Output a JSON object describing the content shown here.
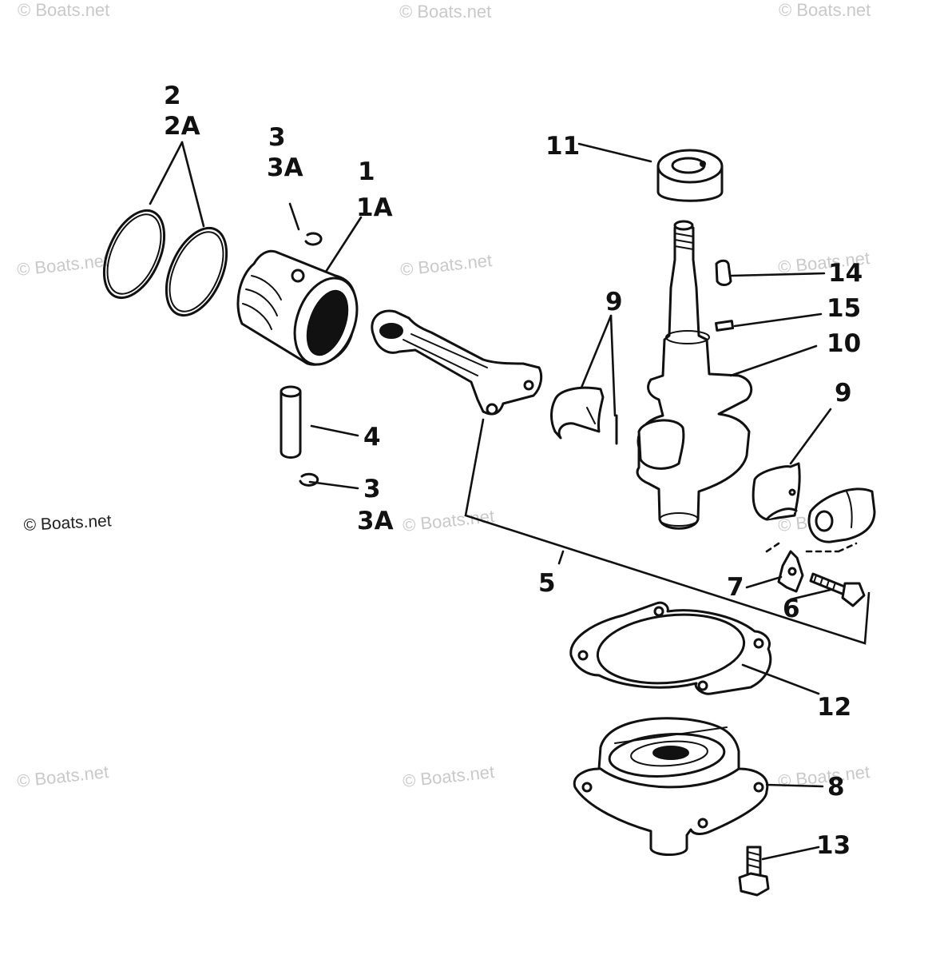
{
  "watermark": {
    "text": "© Boats.net"
  },
  "callouts": {
    "c1": "1",
    "c1a": "1A",
    "c2": "2",
    "c2a": "2A",
    "c3_top": "3",
    "c3a_top": "3A",
    "c3_bottom": "3",
    "c3a_bottom": "3A",
    "c4": "4",
    "c5": "5",
    "c6": "6",
    "c7": "7",
    "c8": "8",
    "c9_left": "9",
    "c9_right": "9",
    "c10": "10",
    "c11": "11",
    "c12": "12",
    "c13": "13",
    "c14": "14",
    "c15": "15"
  }
}
